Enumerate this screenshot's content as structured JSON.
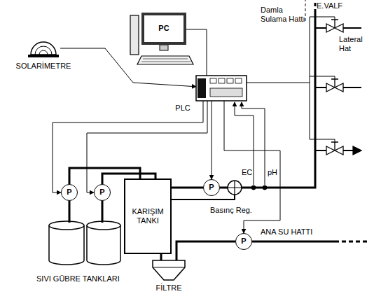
{
  "diagram": {
    "nodes": [
      {
        "text": [
          "PC"
        ]
      },
      {
        "text": [
          "SOLARİMETRE"
        ]
      },
      {
        "text": [
          "PLC"
        ]
      },
      {
        "text": [
          "P"
        ]
      },
      {
        "text": [
          "P"
        ]
      },
      {
        "text": [
          "KARIŞIM TANKI"
        ]
      },
      {
        "text": [
          "P"
        ]
      },
      {
        "text": [
          "P"
        ]
      },
      {
        "text": [
          "FİLTRE"
        ]
      }
    ],
    "edges": [
      {
        "from": 1,
        "to": 2,
        "arrow": "to"
      },
      {
        "from": 0,
        "to": 2,
        "arrow": "none"
      },
      {
        "from": 2,
        "to": 3,
        "arrow": "to"
      },
      {
        "from": 2,
        "to": 4,
        "arrow": "to"
      },
      {
        "from": 2,
        "to": 6,
        "arrow": "to"
      },
      {
        "from": 2,
        "to": 7,
        "arrow": "to"
      },
      {
        "from": 3,
        "to": 5,
        "arrow": "none"
      },
      {
        "from": 4,
        "to": 5,
        "arrow": "none"
      },
      {
        "from": 5,
        "to": 6,
        "arrow": "none"
      },
      {
        "from": 7,
        "to": 8,
        "arrow": "none"
      },
      {
        "from": 8,
        "to": 5,
        "arrow": "none"
      }
    ],
    "labels": [
      "Damla Sulama Hattı",
      "E.VALF",
      "Lateral Hat",
      "EC",
      "pH",
      "Basınç Reg.",
      "ANA SU HATTI",
      "SIVI GÜBRE TANKLARI"
    ]
  }
}
